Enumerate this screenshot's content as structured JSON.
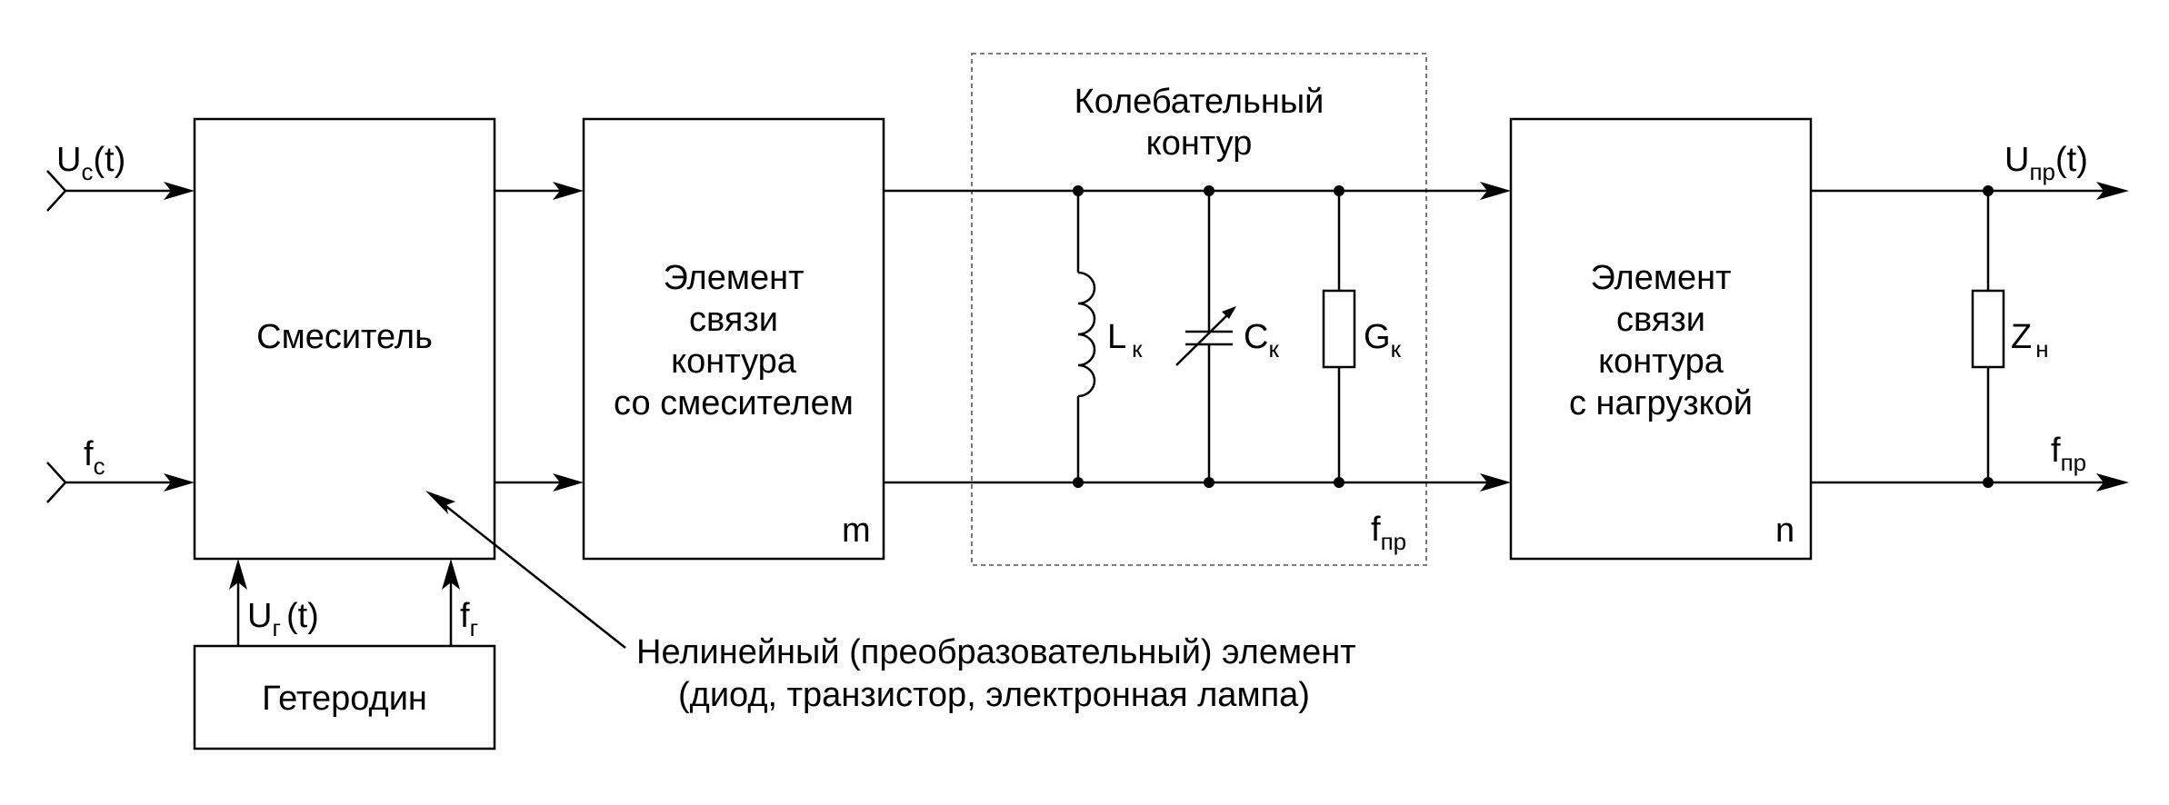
{
  "mixer": {
    "label": "Смеситель"
  },
  "coupling_in": {
    "lines": [
      "Элемент",
      "связи",
      "контура",
      "со смесителем"
    ],
    "tag": "m"
  },
  "tank": {
    "title_lines": [
      "Колебательный",
      "контур"
    ],
    "inductor": {
      "main": "L",
      "sub": "к"
    },
    "capacitor": {
      "main": "C",
      "sub": "к"
    },
    "conductance": {
      "main": "G",
      "sub": "к"
    },
    "freq": {
      "main": "f",
      "sub": "пр"
    }
  },
  "coupling_out": {
    "lines": [
      "Элемент",
      "связи",
      "контура",
      "с нагрузкой"
    ],
    "tag": "n"
  },
  "load": {
    "main": "Z",
    "sub": "н"
  },
  "signals": {
    "input_u": {
      "main": "U",
      "sub": "c",
      "tail": "(t)"
    },
    "input_f": {
      "main": "f",
      "sub": "c"
    },
    "lo_u": {
      "main": "U",
      "sub": "г",
      "tail": "(t)"
    },
    "lo_f": {
      "main": "f",
      "sub": "г"
    },
    "output_u": {
      "main": "U",
      "sub": "пр",
      "tail": "(t)"
    },
    "output_f": {
      "main": "f",
      "sub": "пр"
    }
  },
  "oscillator": {
    "label": "Гетеродин"
  },
  "annotation": {
    "lines": [
      "Нелинейный (преобразовательный) элемент",
      "(диод, транзистор, электронная лампа)"
    ]
  }
}
